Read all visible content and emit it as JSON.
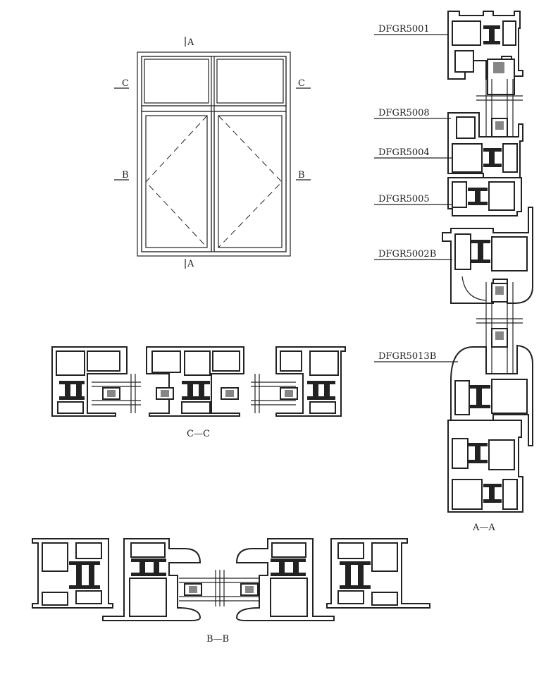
{
  "elevation": {
    "cut_marks": {
      "top": "A",
      "bottom": "A",
      "left_upper": "C",
      "right_upper": "C",
      "left_lower": "B",
      "right_lower": "B"
    }
  },
  "profile_labels": [
    "DFGR5001",
    "DFGR5008",
    "DFGR5004",
    "DFGR5005",
    "DFGR5002B",
    "DFGR5013B"
  ],
  "section_titles": {
    "cc": "C—C",
    "aa": "A—A",
    "bb": "B—B"
  },
  "colors": {
    "line": "#222222",
    "background": "#ffffff",
    "gasket": "#222222"
  }
}
